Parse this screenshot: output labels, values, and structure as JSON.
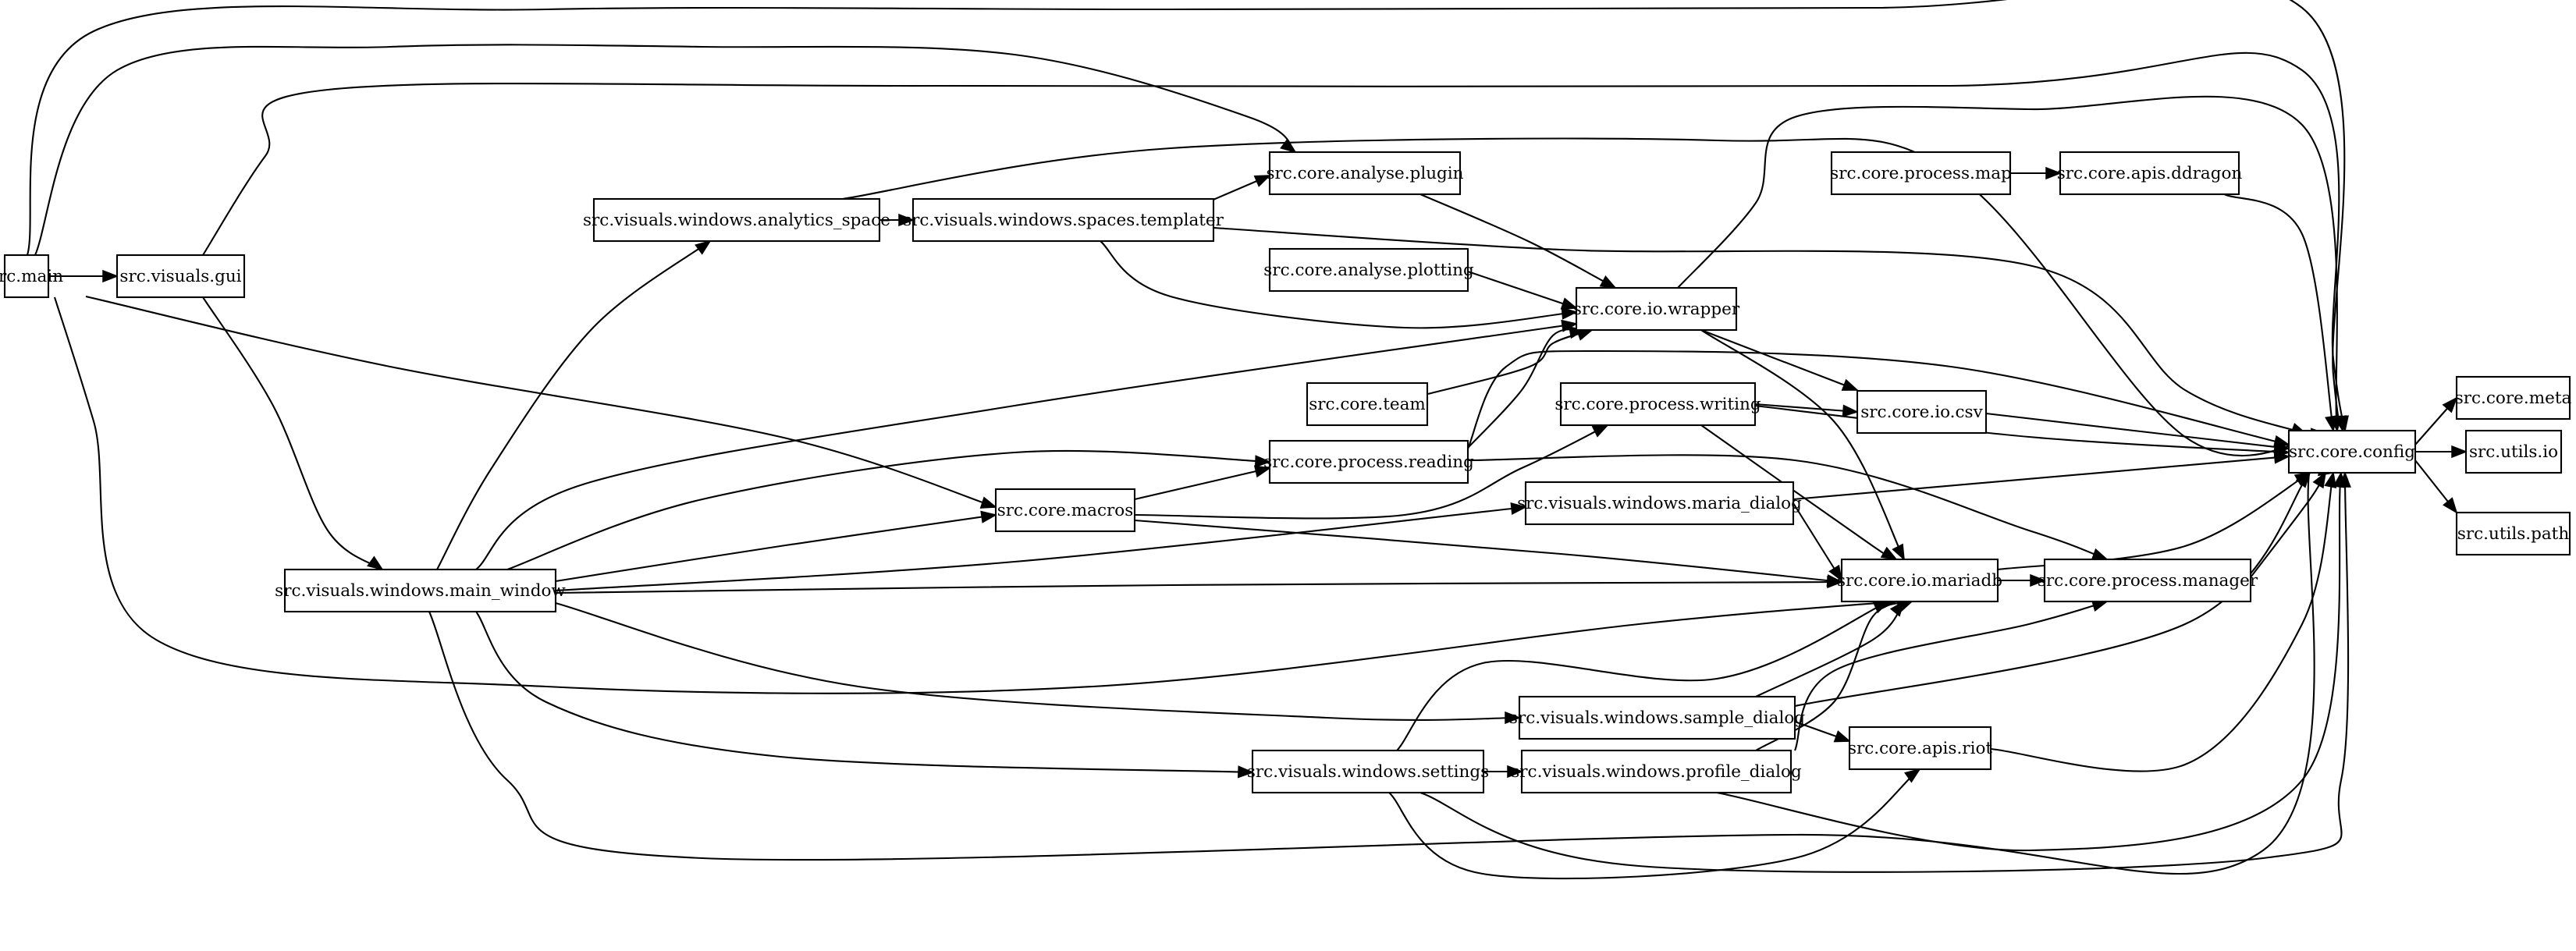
{
  "nodes": [
    {
      "id": "main",
      "label": "src.main"
    },
    {
      "id": "gui",
      "label": "src.visuals.gui"
    },
    {
      "id": "analytics",
      "label": "src.visuals.windows.analytics_space"
    },
    {
      "id": "templater",
      "label": "src.visuals.windows.spaces.templater"
    },
    {
      "id": "plugin",
      "label": "src.core.analyse.plugin"
    },
    {
      "id": "plotting",
      "label": "src.core.analyse.plotting"
    },
    {
      "id": "wrapper",
      "label": "src.core.io.wrapper"
    },
    {
      "id": "team",
      "label": "src.core.team"
    },
    {
      "id": "pmap",
      "label": "src.core.process.map"
    },
    {
      "id": "ddragon",
      "label": "src.core.apis.ddragon"
    },
    {
      "id": "writing",
      "label": "src.core.process.writing"
    },
    {
      "id": "csv",
      "label": "src.core.io.csv"
    },
    {
      "id": "reading",
      "label": "src.core.process.reading"
    },
    {
      "id": "macros",
      "label": "src.core.macros"
    },
    {
      "id": "maria_dialog",
      "label": "src.visuals.windows.maria_dialog"
    },
    {
      "id": "mainwin",
      "label": "src.visuals.windows.main_window"
    },
    {
      "id": "mariadb",
      "label": "src.core.io.mariadb"
    },
    {
      "id": "manager",
      "label": "src.core.process.manager"
    },
    {
      "id": "sample",
      "label": "src.visuals.windows.sample_dialog"
    },
    {
      "id": "riot",
      "label": "src.core.apis.riot"
    },
    {
      "id": "settings",
      "label": "src.visuals.windows.settings"
    },
    {
      "id": "profile",
      "label": "src.visuals.windows.profile_dialog"
    },
    {
      "id": "config",
      "label": "src.core.config"
    },
    {
      "id": "meta",
      "label": "src.core.meta"
    },
    {
      "id": "uio",
      "label": "src.utils.io"
    },
    {
      "id": "upath",
      "label": "src.utils.path"
    }
  ],
  "edges": [
    {
      "from": "main",
      "to": "gui"
    },
    {
      "from": "main",
      "to": "config"
    },
    {
      "from": "main",
      "to": "plugin"
    },
    {
      "from": "main",
      "to": "macros"
    },
    {
      "from": "main",
      "to": "mariadb"
    },
    {
      "from": "gui",
      "to": "mainwin"
    },
    {
      "from": "gui",
      "to": "config"
    },
    {
      "from": "analytics",
      "to": "templater"
    },
    {
      "from": "analytics",
      "to": "config"
    },
    {
      "from": "templater",
      "to": "plugin"
    },
    {
      "from": "templater",
      "to": "wrapper"
    },
    {
      "from": "templater",
      "to": "config"
    },
    {
      "from": "plugin",
      "to": "wrapper"
    },
    {
      "from": "plotting",
      "to": "wrapper"
    },
    {
      "from": "team",
      "to": "wrapper"
    },
    {
      "from": "wrapper",
      "to": "config"
    },
    {
      "from": "wrapper",
      "to": "csv"
    },
    {
      "from": "wrapper",
      "to": "mariadb"
    },
    {
      "from": "pmap",
      "to": "ddragon"
    },
    {
      "from": "ddragon",
      "to": "config"
    },
    {
      "from": "writing",
      "to": "csv"
    },
    {
      "from": "writing",
      "to": "config"
    },
    {
      "from": "writing",
      "to": "mariadb"
    },
    {
      "from": "csv",
      "to": "config"
    },
    {
      "from": "reading",
      "to": "wrapper"
    },
    {
      "from": "reading",
      "to": "config"
    },
    {
      "from": "reading",
      "to": "manager"
    },
    {
      "from": "macros",
      "to": "reading"
    },
    {
      "from": "macros",
      "to": "writing"
    },
    {
      "from": "macros",
      "to": "mariadb"
    },
    {
      "from": "maria_dialog",
      "to": "config"
    },
    {
      "from": "maria_dialog",
      "to": "mariadb"
    },
    {
      "from": "mainwin",
      "to": "analytics"
    },
    {
      "from": "mainwin",
      "to": "wrapper"
    },
    {
      "from": "mainwin",
      "to": "reading"
    },
    {
      "from": "mainwin",
      "to": "macros"
    },
    {
      "from": "mainwin",
      "to": "maria_dialog"
    },
    {
      "from": "mainwin",
      "to": "mariadb"
    },
    {
      "from": "mainwin",
      "to": "sample"
    },
    {
      "from": "mainwin",
      "to": "settings"
    },
    {
      "from": "mainwin",
      "to": "config"
    },
    {
      "from": "mariadb",
      "to": "manager"
    },
    {
      "from": "mariadb",
      "to": "config"
    },
    {
      "from": "manager",
      "to": "config"
    },
    {
      "from": "sample",
      "to": "mariadb"
    },
    {
      "from": "sample",
      "to": "riot"
    },
    {
      "from": "sample",
      "to": "config"
    },
    {
      "from": "riot",
      "to": "config"
    },
    {
      "from": "settings",
      "to": "profile"
    },
    {
      "from": "settings",
      "to": "mariadb"
    },
    {
      "from": "settings",
      "to": "riot"
    },
    {
      "from": "settings",
      "to": "config"
    },
    {
      "from": "profile",
      "to": "mariadb"
    },
    {
      "from": "profile",
      "to": "manager"
    },
    {
      "from": "profile",
      "to": "config"
    },
    {
      "from": "config",
      "to": "meta"
    },
    {
      "from": "config",
      "to": "uio"
    },
    {
      "from": "config",
      "to": "upath"
    }
  ]
}
